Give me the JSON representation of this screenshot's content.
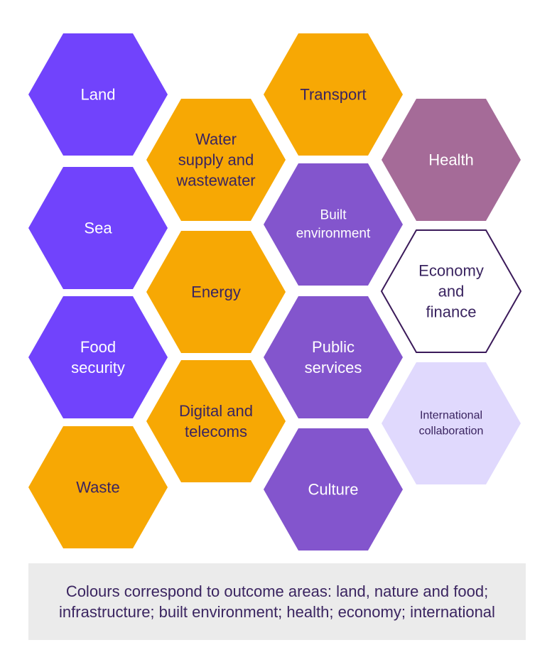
{
  "colors": {
    "land_nature_food": "#7143fc",
    "infrastructure": "#f7a804",
    "built_environment": "#8355cd",
    "health": "#a56b98",
    "economy_border": "#3b1a5a",
    "international": "#e0d9fd",
    "dark_text": "#3a2460",
    "light_text": "#ffffff",
    "caption_bg": "#ebebeb"
  },
  "hexagons": [
    {
      "id": "land",
      "lines": [
        "Land"
      ],
      "group": "land_nature_food"
    },
    {
      "id": "sea",
      "lines": [
        "Sea"
      ],
      "group": "land_nature_food"
    },
    {
      "id": "food-security",
      "lines": [
        "Food",
        "security"
      ],
      "group": "land_nature_food"
    },
    {
      "id": "waste",
      "lines": [
        "Waste"
      ],
      "group": "infrastructure"
    },
    {
      "id": "water",
      "lines": [
        "Water",
        "supply and",
        "wastewater"
      ],
      "group": "infrastructure"
    },
    {
      "id": "energy",
      "lines": [
        "Energy"
      ],
      "group": "infrastructure"
    },
    {
      "id": "digital",
      "lines": [
        "Digital and",
        "telecoms"
      ],
      "group": "infrastructure"
    },
    {
      "id": "transport",
      "lines": [
        "Transport"
      ],
      "group": "infrastructure"
    },
    {
      "id": "built-environment",
      "lines": [
        "Built",
        "environment"
      ],
      "group": "built_environment"
    },
    {
      "id": "public-services",
      "lines": [
        "Public",
        "services"
      ],
      "group": "built_environment"
    },
    {
      "id": "culture",
      "lines": [
        "Culture"
      ],
      "group": "built_environment"
    },
    {
      "id": "health",
      "lines": [
        "Health"
      ],
      "group": "health"
    },
    {
      "id": "economy",
      "lines": [
        "Economy",
        "and",
        "finance"
      ],
      "group": "economy"
    },
    {
      "id": "international",
      "lines": [
        "International",
        "collaboration"
      ],
      "group": "international"
    }
  ],
  "caption": {
    "text": "Colours correspond to outcome areas: land, nature and food; infrastructure; built environment; health; economy; international"
  }
}
